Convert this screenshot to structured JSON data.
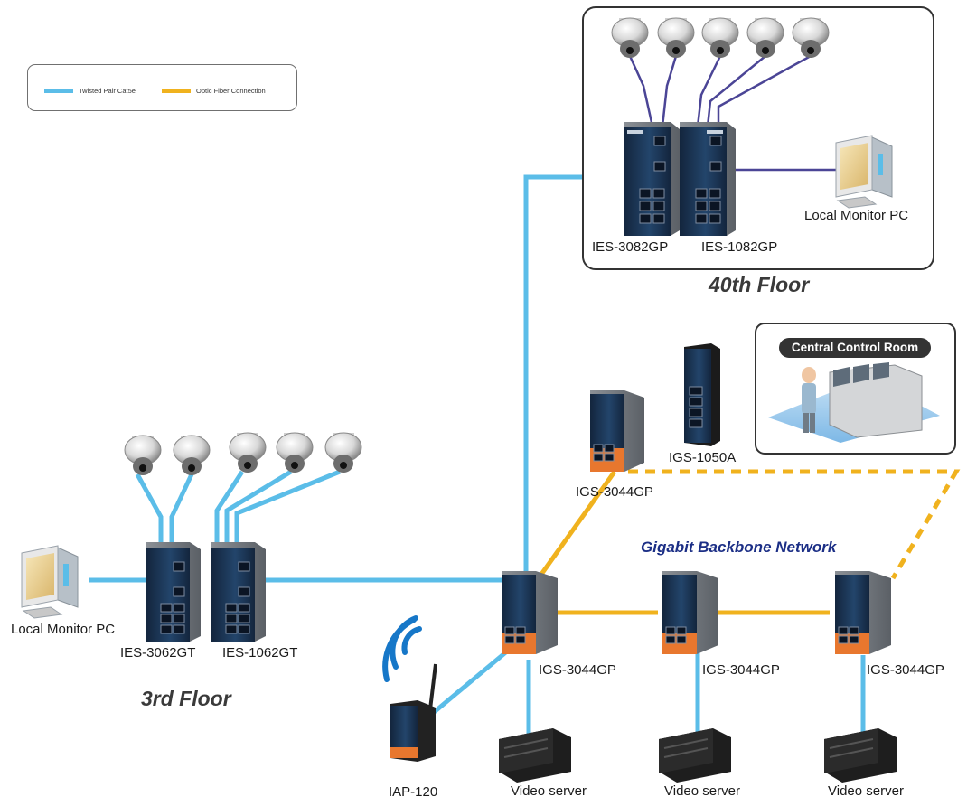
{
  "legend": {
    "items": [
      {
        "label": "Twisted Pair Cat5e",
        "color": "#5bbde8"
      },
      {
        "label": "Optic Fiber Connection",
        "color": "#f0b21e"
      }
    ]
  },
  "floors": {
    "top": "40th Floor",
    "bottom": "3rd Floor"
  },
  "control_room": "Central Control Room",
  "backbone_label": "Gigabit Backbone Network",
  "devices": {
    "ies3082gp": "IES-3082GP",
    "ies1082gp": "IES-1082GP",
    "monitor_top": "Local Monitor PC",
    "monitor_left": "Local Monitor PC",
    "ies3062gt": "IES-3062GT",
    "ies1062gt": "IES-1062GT",
    "igs3044gp_top": "IGS-3044GP",
    "igs1050a": "IGS-1050A",
    "igs3044gp_a": "IGS-3044GP",
    "igs3044gp_b": "IGS-3044GP",
    "igs3044gp_c": "IGS-3044GP",
    "iap120": "IAP-120",
    "server_a": "Video server",
    "server_b": "Video server",
    "server_c": "Video server"
  },
  "colors": {
    "twisted_pair": "#5bbde8",
    "fiber": "#f0b21e",
    "camera_cable": "#4b4596",
    "switch_body": "#1f3a5c",
    "switch_accent": "#e8772e"
  }
}
